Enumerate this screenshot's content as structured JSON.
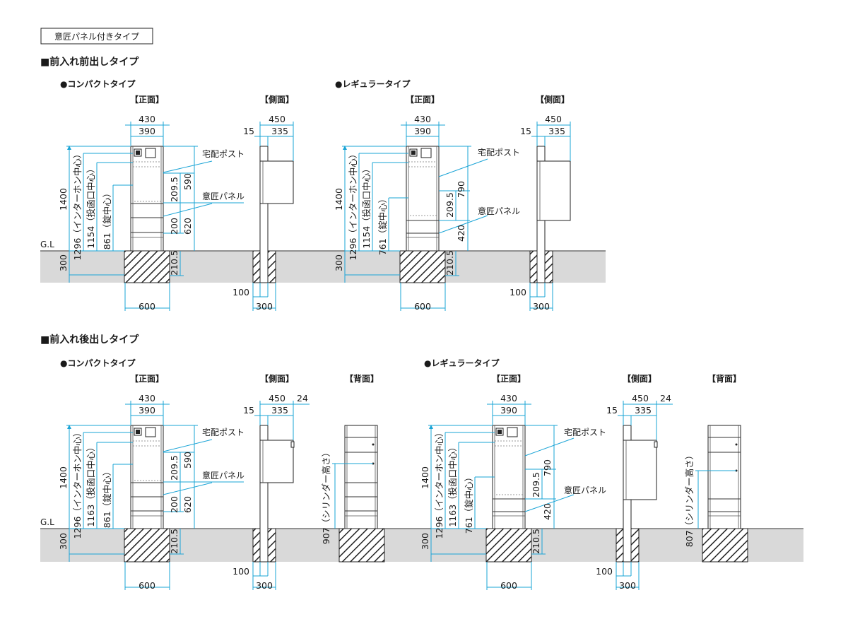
{
  "badge": "意匠パネル付きタイプ",
  "ground_label": "G.L",
  "labels": {
    "takuhai": "宅配ポスト",
    "isho": "意匠パネル"
  },
  "views": {
    "front": "【正面】",
    "side": "【側面】",
    "back": "【背面】"
  },
  "sections": [
    {
      "title": "■前入れ前出しタイプ",
      "variants": [
        {
          "name": "●コンパクトタイプ",
          "front": {
            "w_outer": "430",
            "w_inner": "390",
            "height": "1400",
            "intercom": "1296（インターホン中心）",
            "slot": "1154（投函口中心）",
            "lock": "861（錠中心）",
            "d_box": "209.5",
            "d_panel": "200",
            "d_upper": "590",
            "d_lower": "620",
            "d_ground": "210.5",
            "foundation_h": "300",
            "foundation_w": "600"
          },
          "side": {
            "depth": "450",
            "gap": "15",
            "body": "335",
            "post": "100",
            "base": "300"
          }
        },
        {
          "name": "●レギュラータイプ",
          "front": {
            "w_outer": "430",
            "w_inner": "390",
            "height": "1400",
            "intercom": "1296（インターホン中心）",
            "slot": "1154（投函口中心）",
            "lock": "761（錠中心）",
            "d_box": "209.5",
            "d_upper": "790",
            "d_lower": "420",
            "d_ground": "210.5",
            "foundation_h": "300",
            "foundation_w": "600"
          },
          "side": {
            "depth": "450",
            "gap": "15",
            "body": "335",
            "post": "100",
            "base": "300"
          }
        }
      ]
    },
    {
      "title": "■前入れ後出しタイプ",
      "variants": [
        {
          "name": "●コンパクトタイプ",
          "front": {
            "w_outer": "430",
            "w_inner": "390",
            "height": "1400",
            "intercom": "1296（インターホン中心）",
            "slot": "1163（投函口中心）",
            "lock": "861（錠中心）",
            "d_box": "209.5",
            "d_panel": "200",
            "d_upper": "590",
            "d_lower": "620",
            "d_ground": "210.5",
            "foundation_h": "300",
            "foundation_w": "600"
          },
          "side": {
            "depth": "450",
            "gap": "15",
            "body": "335",
            "rear": "24",
            "post": "100",
            "base": "300"
          },
          "back": {
            "cylinder": "907（シリンダー高さ）"
          }
        },
        {
          "name": "●レギュラータイプ",
          "front": {
            "w_outer": "430",
            "w_inner": "390",
            "height": "1400",
            "intercom": "1296（インターホン中心）",
            "slot": "1163（投函口中心）",
            "lock": "761（錠中心）",
            "d_box": "209.5",
            "d_upper": "790",
            "d_lower": "420",
            "d_ground": "210.5",
            "foundation_h": "300",
            "foundation_w": "600"
          },
          "side": {
            "depth": "450",
            "gap": "15",
            "body": "335",
            "rear": "24",
            "post": "100",
            "base": "300"
          },
          "back": {
            "cylinder": "807（シリンダー高さ）"
          }
        }
      ]
    }
  ]
}
